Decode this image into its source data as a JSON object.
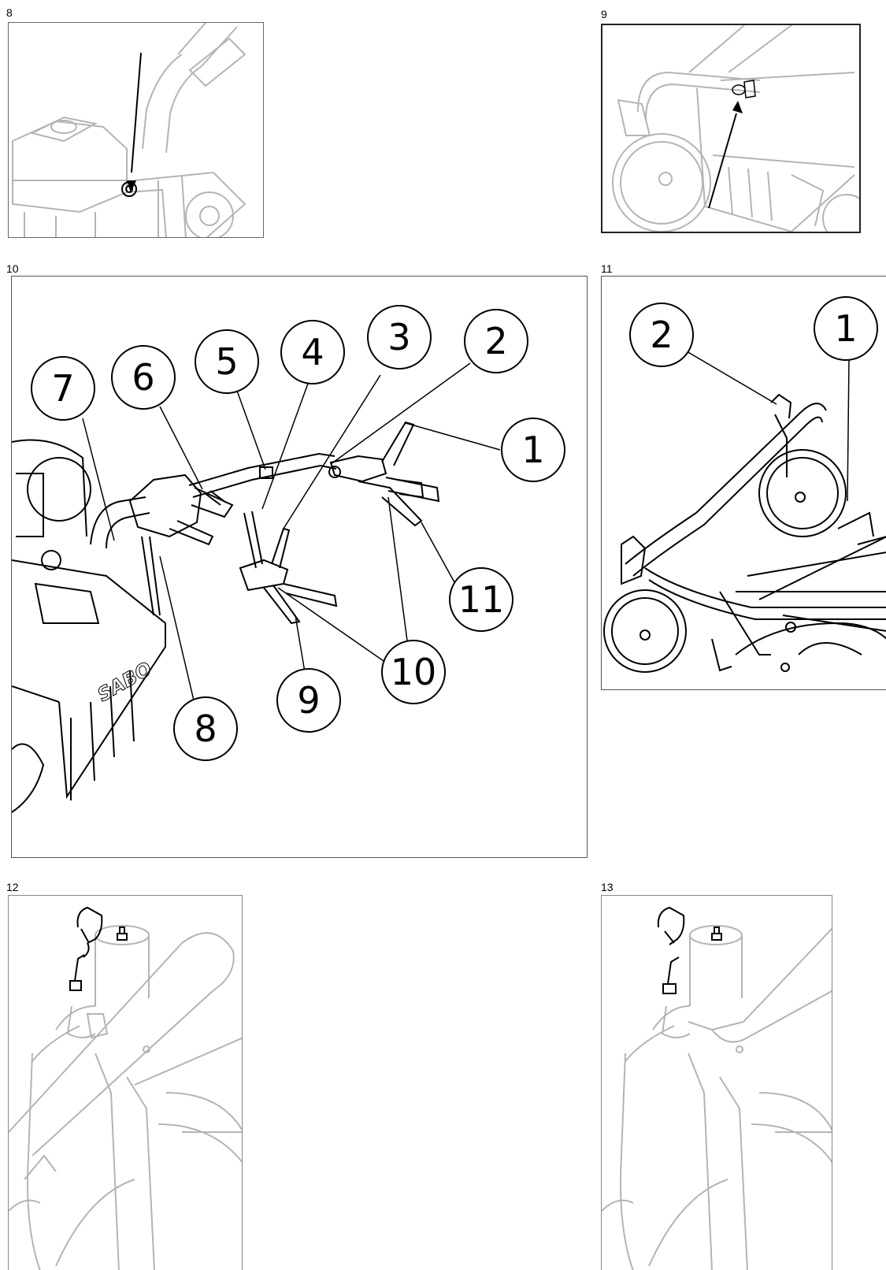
{
  "figures": [
    {
      "number": "8"
    },
    {
      "number": "9"
    },
    {
      "number": "10",
      "callouts": [
        "1",
        "2",
        "3",
        "4",
        "5",
        "6",
        "7",
        "8",
        "9",
        "10",
        "11"
      ],
      "logo_text": "SABO"
    },
    {
      "number": "11",
      "callouts": [
        "1",
        "2"
      ]
    },
    {
      "number": "12"
    },
    {
      "number": "13"
    }
  ],
  "colors": {
    "line": "#000000",
    "faded": "#b4b4b4",
    "frame": "#666666"
  }
}
